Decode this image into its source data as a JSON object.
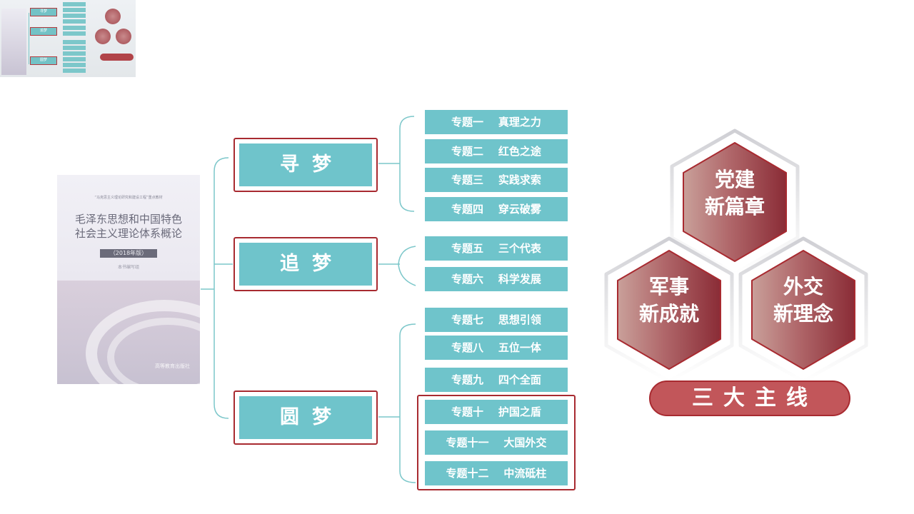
{
  "book": {
    "series_line": "“马克思主义理论研究和建设工程”重点教材",
    "title_line1": "毛泽东思想和中国特色",
    "title_line2": "社会主义理论体系概论",
    "edition": "（2018年版）",
    "author": "本书编写组",
    "publisher": "高等教育出版社"
  },
  "dreams": [
    {
      "label": "寻梦"
    },
    {
      "label": "追梦"
    },
    {
      "label": "圆梦"
    }
  ],
  "topics": [
    {
      "label": "专题一    真理之力"
    },
    {
      "label": "专题二    红色之途"
    },
    {
      "label": "专题三    实践求索"
    },
    {
      "label": "专题四    穿云破雾"
    },
    {
      "label": "专题五    三个代表"
    },
    {
      "label": "专题六    科学发展"
    },
    {
      "label": "专题七    思想引领"
    },
    {
      "label": "专题八    五位一体"
    },
    {
      "label": "专题九    四个全面"
    },
    {
      "label": "专题十    护国之盾"
    },
    {
      "label": "专题十一    大国外交"
    },
    {
      "label": "专题十二    中流砥柱"
    }
  ],
  "hexagons": [
    {
      "line1": "党建",
      "line2": "新篇章"
    },
    {
      "line1": "军事",
      "line2": "新成就"
    },
    {
      "line1": "外交",
      "line2": "新理念"
    }
  ],
  "main_lines": "三大主线",
  "thumbnail": {
    "dreams": [
      "寻梦",
      "追梦",
      "圆梦"
    ],
    "hexagons": [
      "党建新篇章",
      "军事新成就",
      "外交新理念"
    ],
    "main_lines": "三大主线"
  },
  "colors": {
    "teal": "#6fc4cb",
    "frame_red": "#a82a30",
    "hex_dark": "#8e2f39",
    "hex_light": "#c6928e",
    "pill": "#c2565a"
  }
}
